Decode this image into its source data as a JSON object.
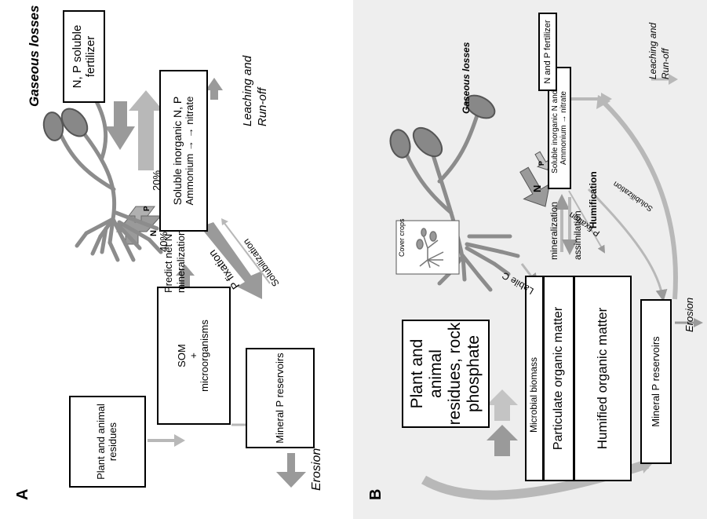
{
  "panels": {
    "A": {
      "letter": "A",
      "residues": "Plant and animal residues",
      "som_line1": "SOM",
      "som_plus": "+",
      "som_line2": "microorganisms",
      "mineralP": "Mineral P reservoirs",
      "erosion": "Erosion",
      "predict_line1": "Predict net N",
      "predict_line2": "mineralization",
      "pct40": "40%",
      "pct20": "20%",
      "n_label": "N",
      "p_label": "P",
      "inorganic_line1": "Soluble inorganic N, P",
      "inorganic_line2": "Ammonium → → nitrate",
      "fertilizer_line1": "N, P soluble",
      "fertilizer_line2": "fertilizer",
      "gaseous": "Gaseous losses",
      "leaching_line1": "Leaching and",
      "leaching_line2": "Run-off",
      "pfixation": "P fixation",
      "solubilization": "Solubilization"
    },
    "B": {
      "letter": "B",
      "residues_line1": "Plant and animal",
      "residues_line2": "residues, rock",
      "residues_line3": "phosphate",
      "microbial": "Microbial biomass",
      "particulate": "Particulate organic matter",
      "humified": "Humified organic matter",
      "mineralP": "Mineral P reservoirs",
      "erosion": "Erosion",
      "labile": "Labile C",
      "covercrops": "Cover crops",
      "mineralization": "mineralization",
      "assimilation": "assimilation",
      "humification": "Humification",
      "inorganic_line1": "Soluble inorganic N and P",
      "inorganic_line2": "Ammonium → nitrate",
      "n_label": "N",
      "p_label": "P",
      "fertilizer": "N and P fertilizer",
      "gaseous": "Gaseous losses",
      "leaching_line1": "Leaching and",
      "leaching_line2": "Run-off",
      "pfixation": "P fixation",
      "solubilization": "Solubilization"
    }
  },
  "colors": {
    "arrow_gray": "#9a9a9a",
    "light_arrow": "#b8b8b8",
    "plant_leaf": "#888888",
    "plant_stem": "#8c8c8c",
    "panel_b_bg": "#eeeeee"
  }
}
